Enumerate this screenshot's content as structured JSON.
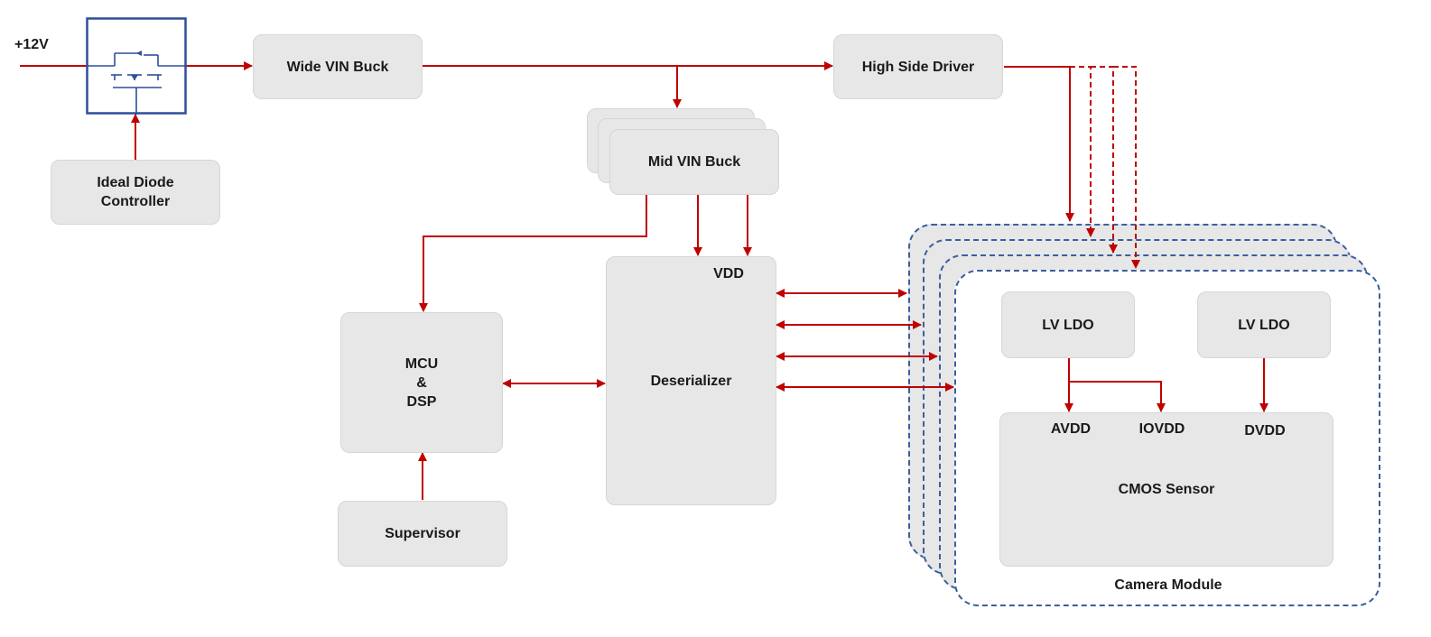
{
  "input_label": "+12V",
  "blocks": {
    "wide_vin_buck": "Wide VIN Buck",
    "high_side_driver": "High Side Driver",
    "ideal_diode_controller": "Ideal Diode\nController",
    "mid_vin_buck": "Mid VIN Buck",
    "mcu_dsp": "MCU\n&\nDSP",
    "deserializer": "Deserializer",
    "deserializer_vdd": "VDD",
    "supervisor": "Supervisor",
    "lv_ldo_1": "LV LDO",
    "lv_ldo_2": "LV LDO",
    "cmos_sensor": "CMOS Sensor",
    "avdd": "AVDD",
    "iovdd": "IOVDD",
    "dvdd": "DVDD",
    "camera_module": "Camera Module"
  },
  "colors": {
    "wire": "#c00000",
    "block_fill": "#e7e7e7",
    "camera_border": "#3b5fa0",
    "mosfet": "#2e4f9a"
  }
}
